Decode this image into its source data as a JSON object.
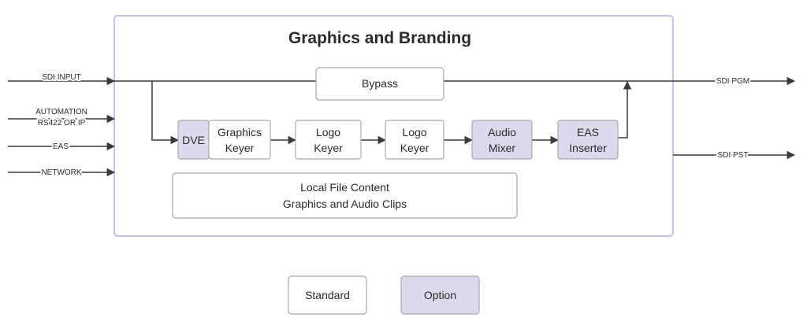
{
  "title": "Graphics and Branding",
  "inputs": {
    "sdi_input": "SDI INPUT",
    "automation_line1": "AUTOMATION",
    "automation_line2": "RS422 OR IP",
    "eas": "EAS",
    "network": "NETWORK"
  },
  "outputs": {
    "sdi_pgm": "SDI PGM",
    "sdi_pst": "SDI PST"
  },
  "blocks": {
    "bypass": "Bypass",
    "dve": "DVE",
    "graphics_keyer_line1": "Graphics",
    "graphics_keyer_line2": "Keyer",
    "logo_keyer1_line1": "Logo",
    "logo_keyer1_line2": "Keyer",
    "logo_keyer2_line1": "Logo",
    "logo_keyer2_line2": "Keyer",
    "audio_mixer_line1": "Audio",
    "audio_mixer_line2": "Mixer",
    "eas_inserter_line1": "EAS",
    "eas_inserter_line2": "Inserter",
    "local_content_line1": "Local File Content",
    "local_content_line2": "Graphics and Audio Clips"
  },
  "legend": {
    "standard": "Standard",
    "option": "Option"
  },
  "colors": {
    "frame_border": "#c8c3e2",
    "option_fill": "#ddd8ec",
    "line": "#3a3a3a",
    "box_border": "#a9a9a9"
  }
}
